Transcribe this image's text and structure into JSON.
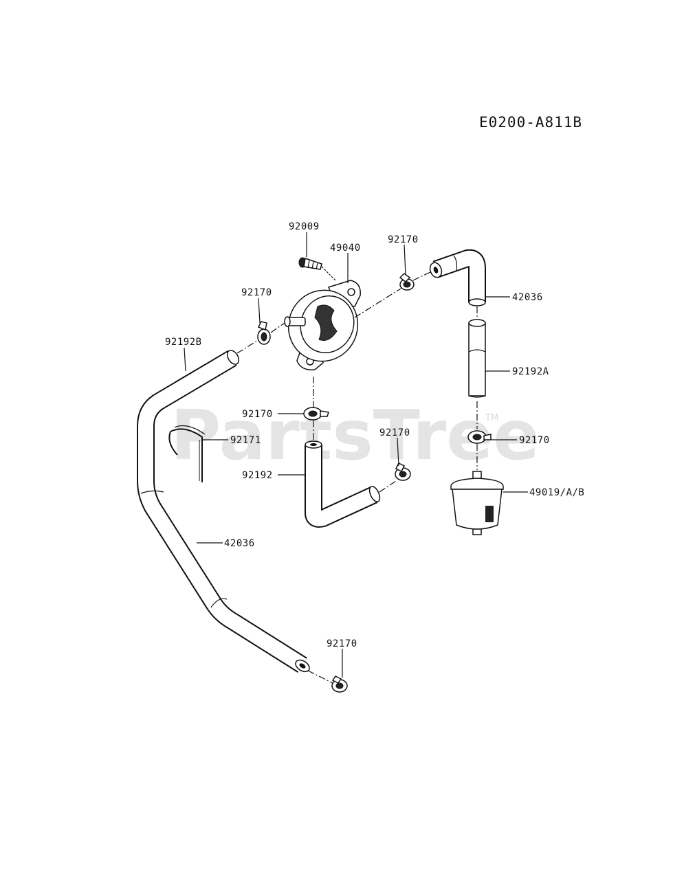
{
  "diagram_code": "E0200-A811B",
  "watermark": {
    "text": "PartsTree",
    "tm": "TM"
  },
  "labels": {
    "l92009": "92009",
    "l49040": "49040",
    "l92170_top": "92170",
    "l42036_right": "42036",
    "l92170_left": "92170",
    "l92192B": "92192B",
    "l92192A": "92192A",
    "l92170_mid": "92170",
    "l92171": "92171",
    "l92170_center": "92170",
    "l92170_right": "92170",
    "l92192": "92192",
    "l49019": "49019/A/B",
    "l42036_left": "42036",
    "l92170_bottom": "92170"
  }
}
